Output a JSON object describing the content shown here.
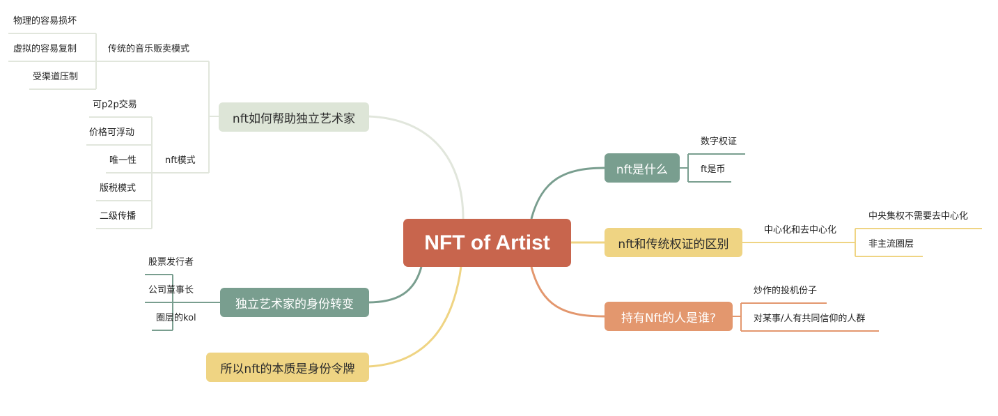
{
  "root": {
    "label": "NFT of Artist"
  },
  "colors": {
    "root": "#c8654d",
    "green": "#dde5d7",
    "green_line": "#e1e6dc",
    "teal": "#799e8f",
    "yellow": "#efd483",
    "orange": "#e3976e"
  },
  "left": {
    "help": {
      "label": "nft如何帮助独立艺术家",
      "traditional": {
        "label": "传统的音乐贩卖模式",
        "items": [
          "物理的容易损坏",
          "虚拟的容易复制",
          "受渠道压制"
        ]
      },
      "nft_mode": {
        "label": "nft模式",
        "items": [
          "可p2p交易",
          "价格可浮动",
          "唯一性",
          "版税模式",
          "二级传播"
        ]
      }
    },
    "identity": {
      "label": "独立艺术家的身份转变",
      "items": [
        "股票发行者",
        "公司董事长",
        "圈层的kol"
      ]
    },
    "essence": {
      "label": "所以nft的本质是身份令牌"
    }
  },
  "right": {
    "what": {
      "label": "nft是什么",
      "items": [
        "数字权证",
        "ft是币"
      ]
    },
    "diff": {
      "label": "nft和传统权证的区别",
      "sub": {
        "label": "中心化和去中心化",
        "items": [
          "中央集权不需要去中心化",
          "非主流圈层"
        ]
      }
    },
    "holders": {
      "label": "持有Nft的人是谁?",
      "items": [
        "炒作的投机份子",
        "对某事/人有共同信仰的人群"
      ]
    }
  }
}
